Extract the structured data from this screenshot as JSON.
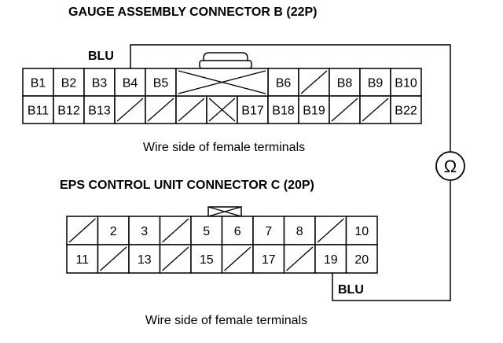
{
  "connector_b": {
    "title": "GAUGE ASSEMBLY CONNECTOR B (22P)",
    "wire_color": "BLU",
    "caption": "Wire side of female terminals",
    "rows": [
      [
        "B1",
        "B2",
        "B3",
        "B4",
        "B5",
        "",
        "",
        "",
        "B6",
        "/",
        "B8",
        "B9",
        "B10"
      ],
      [
        "B11",
        "B12",
        "B13",
        "/",
        "/",
        "/",
        "X",
        "B17",
        "B18",
        "B19",
        "/",
        "/",
        "B22"
      ]
    ]
  },
  "connector_c": {
    "title": "EPS CONTROL UNIT CONNECTOR C (20P)",
    "wire_color": "BLU",
    "caption": "Wire side of female terminals",
    "rows": [
      [
        "/",
        "2",
        "3",
        "/",
        "5",
        "6",
        "7",
        "8",
        "/",
        "10"
      ],
      [
        "11",
        "/",
        "13",
        "/",
        "15",
        "/",
        "17",
        "/",
        "19",
        "20"
      ]
    ]
  },
  "meter_symbol": "Ω"
}
